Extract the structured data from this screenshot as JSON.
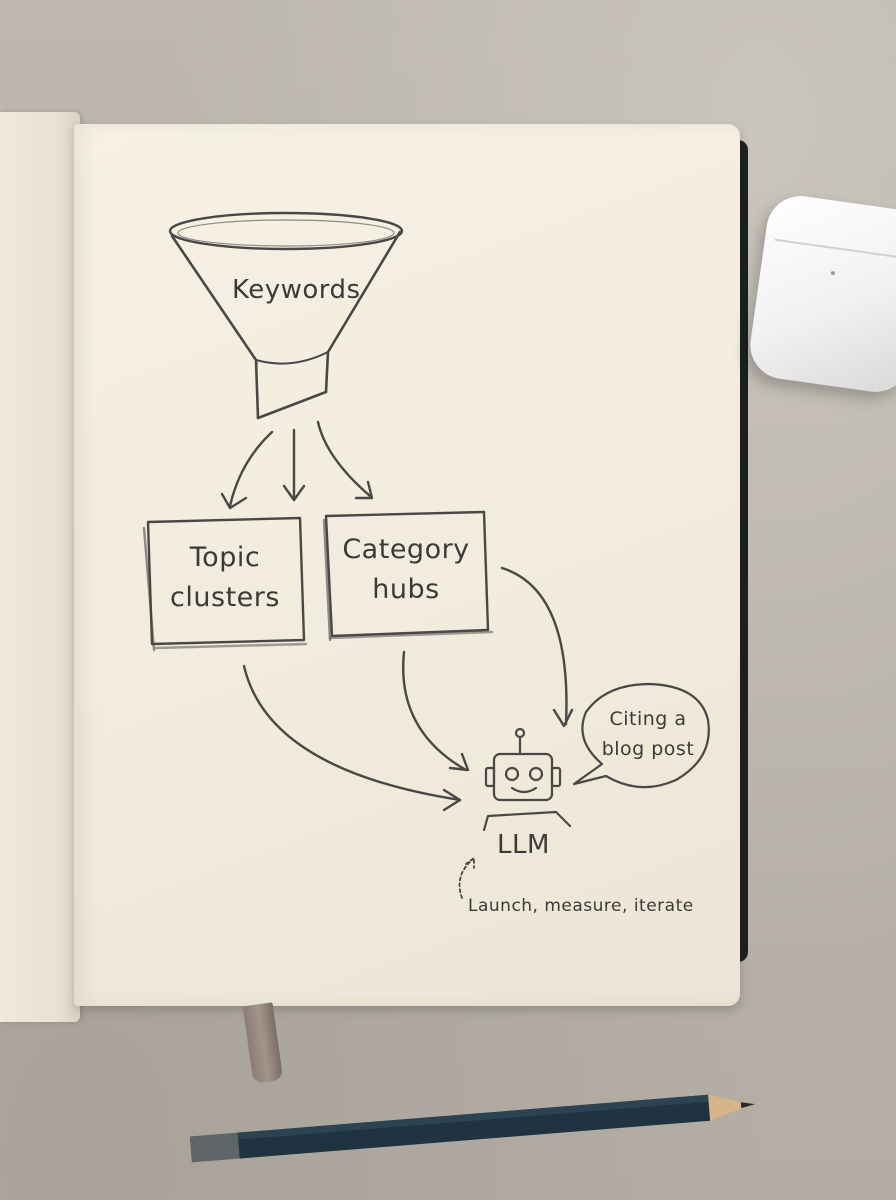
{
  "sketch": {
    "funnel_label": "Keywords",
    "box_topic_line1": "Topic",
    "box_topic_line2": "clusters",
    "box_category_line1": "Category",
    "box_category_line2": "hubs",
    "robot_label": "LLM",
    "bubble_line1": "Citing a",
    "bubble_line2": "blog post",
    "loop_note": "Launch, measure, iterate"
  },
  "colors": {
    "pencil_stroke": "#4a4846",
    "paper": "#f3eee1",
    "desk": "#b9b3aa",
    "pencil_body": "#1f3440"
  }
}
